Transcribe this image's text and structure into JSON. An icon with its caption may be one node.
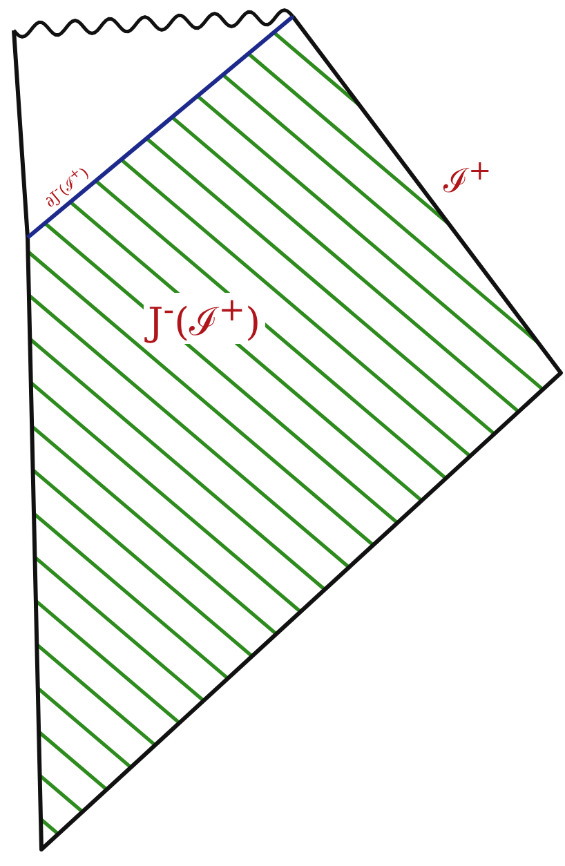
{
  "diagram": {
    "labels": [
      "∂J$^{-}$(ℐ$^{+}$)",
      "ℐ$^{+}$",
      "J$^{-}$(ℐ$^{+}$)"
    ]
  }
}
